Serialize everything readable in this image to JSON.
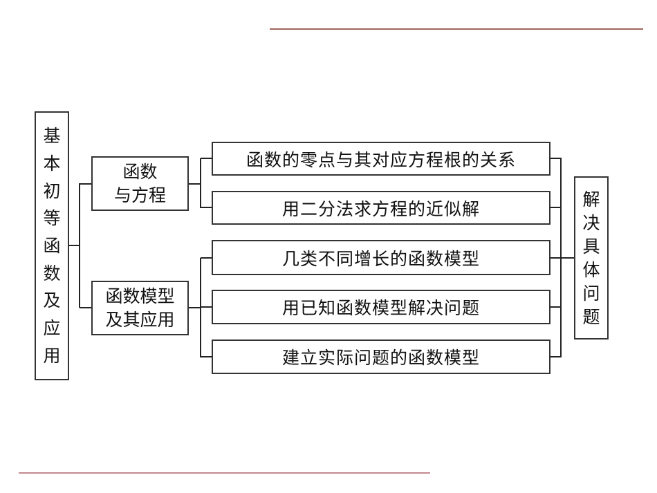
{
  "colors": {
    "top_rule": "#a0645c",
    "bottom_rule": "#c48a8e",
    "border": "#333333"
  },
  "root": {
    "chars": [
      "基",
      "本",
      "初",
      "等",
      "函",
      "数",
      "及",
      "应",
      "用"
    ]
  },
  "branches": [
    {
      "lines": [
        "函数",
        "与方程"
      ],
      "children": [
        "函数的零点与其对应方程根的关系",
        "用二分法求方程的近似解"
      ]
    },
    {
      "lines": [
        "函数模型",
        "及其应用"
      ],
      "children": [
        "几类不同增长的函数模型",
        "用已知函数模型解决问题",
        "建立实际问题的函数模型"
      ]
    }
  ],
  "target": {
    "chars": [
      "解",
      "决",
      "具",
      "体",
      "问",
      "题"
    ]
  }
}
